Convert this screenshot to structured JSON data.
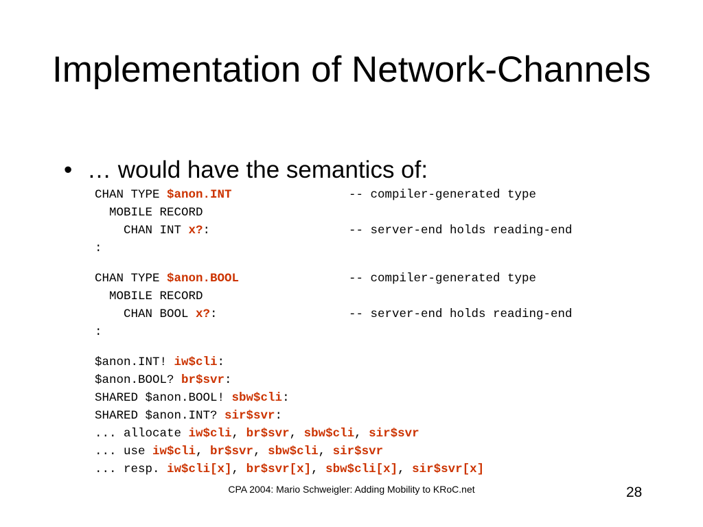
{
  "slide": {
    "title": "Implementation of Network-Channels",
    "bullet_symbol": "•",
    "bullet_text": "… would have the semantics of:",
    "footer": "CPA 2004: Mario Schweigler: Adding Mobility to KRoC.net",
    "page_number": "28"
  },
  "code": [
    {
      "segs": [
        {
          "t": "CHAN TYPE ",
          "hl": false
        },
        {
          "t": "$anon.INT",
          "hl": true
        }
      ],
      "comment": "-- compiler-generated type"
    },
    {
      "segs": [
        {
          "t": "  MOBILE RECORD",
          "hl": false
        }
      ],
      "comment": ""
    },
    {
      "segs": [
        {
          "t": "    CHAN INT ",
          "hl": false
        },
        {
          "t": "x?",
          "hl": true
        },
        {
          "t": ":",
          "hl": false
        }
      ],
      "comment": "-- server-end holds reading-end"
    },
    {
      "segs": [
        {
          "t": ":",
          "hl": false
        }
      ],
      "comment": ""
    },
    {
      "segs": [
        {
          "t": "CHAN TYPE ",
          "hl": false
        },
        {
          "t": "$anon.BOOL",
          "hl": true
        }
      ],
      "comment": "-- compiler-generated type"
    },
    {
      "segs": [
        {
          "t": "  MOBILE RECORD",
          "hl": false
        }
      ],
      "comment": ""
    },
    {
      "segs": [
        {
          "t": "    CHAN BOOL ",
          "hl": false
        },
        {
          "t": "x?",
          "hl": true
        },
        {
          "t": ":",
          "hl": false
        }
      ],
      "comment": "-- server-end holds reading-end"
    },
    {
      "segs": [
        {
          "t": ":",
          "hl": false
        }
      ],
      "comment": ""
    },
    {
      "segs": [
        {
          "t": "$anon.INT! ",
          "hl": false
        },
        {
          "t": "iw$cli",
          "hl": true
        },
        {
          "t": ":",
          "hl": false
        }
      ],
      "comment": ""
    },
    {
      "segs": [
        {
          "t": "$anon.BOOL? ",
          "hl": false
        },
        {
          "t": "br$svr",
          "hl": true
        },
        {
          "t": ":",
          "hl": false
        }
      ],
      "comment": ""
    },
    {
      "segs": [
        {
          "t": "SHARED $anon.BOOL! ",
          "hl": false
        },
        {
          "t": "sbw$cli",
          "hl": true
        },
        {
          "t": ":",
          "hl": false
        }
      ],
      "comment": ""
    },
    {
      "segs": [
        {
          "t": "SHARED $anon.INT? ",
          "hl": false
        },
        {
          "t": "sir$svr",
          "hl": true
        },
        {
          "t": ":",
          "hl": false
        }
      ],
      "comment": ""
    },
    {
      "segs": [
        {
          "t": "... allocate ",
          "hl": false
        },
        {
          "t": "iw$cli",
          "hl": true
        },
        {
          "t": ", ",
          "hl": false
        },
        {
          "t": "br$svr",
          "hl": true
        },
        {
          "t": ", ",
          "hl": false
        },
        {
          "t": "sbw$cli",
          "hl": true
        },
        {
          "t": ", ",
          "hl": false
        },
        {
          "t": "sir$svr",
          "hl": true
        }
      ],
      "comment": ""
    },
    {
      "segs": [
        {
          "t": "... use ",
          "hl": false
        },
        {
          "t": "iw$cli",
          "hl": true
        },
        {
          "t": ", ",
          "hl": false
        },
        {
          "t": "br$svr",
          "hl": true
        },
        {
          "t": ", ",
          "hl": false
        },
        {
          "t": "sbw$cli",
          "hl": true
        },
        {
          "t": ", ",
          "hl": false
        },
        {
          "t": "sir$svr",
          "hl": true
        }
      ],
      "comment": ""
    },
    {
      "segs": [
        {
          "t": "... resp. ",
          "hl": false
        },
        {
          "t": "iw$cli[x]",
          "hl": true
        },
        {
          "t": ", ",
          "hl": false
        },
        {
          "t": "br$svr[x]",
          "hl": true
        },
        {
          "t": ", ",
          "hl": false
        },
        {
          "t": "sbw$cli[x]",
          "hl": true
        },
        {
          "t": ", ",
          "hl": false
        },
        {
          "t": "sir$svr[x]",
          "hl": true
        }
      ],
      "comment": ""
    }
  ],
  "colors": {
    "highlight": "#cc3300",
    "text": "#000000",
    "background": "#ffffff"
  }
}
